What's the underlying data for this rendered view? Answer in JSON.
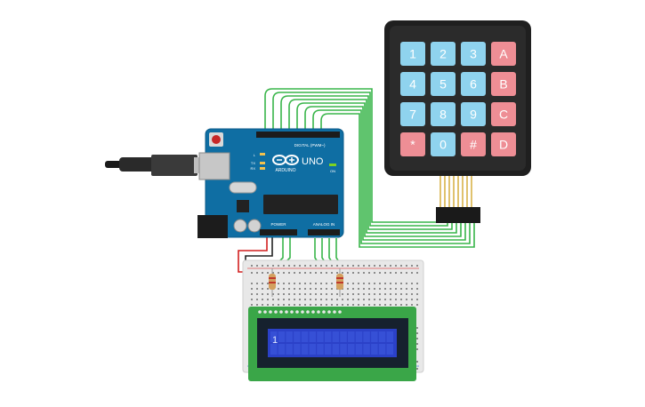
{
  "arduino": {
    "logo": "ARDUINO",
    "model": "UNO",
    "header_digital": "DIGITAL (PWM~)",
    "header_power": "POWER",
    "header_analog": "ANALOG IN",
    "led_l": "L",
    "led_tx": "TX",
    "led_rx": "RX",
    "on_label": "ON"
  },
  "keypad": {
    "keys": [
      "1",
      "2",
      "3",
      "A",
      "4",
      "5",
      "6",
      "B",
      "7",
      "8",
      "9",
      "C",
      "*",
      "0",
      "#",
      "D"
    ],
    "colors": {
      "number": "#8fd3ee",
      "letter": "#ee8e95",
      "symbol": "#ee8e95",
      "body": "#1f1f1f"
    }
  },
  "lcd": {
    "text": "1",
    "colors": {
      "pcb": "#3aa648",
      "bezel": "#16212e",
      "screen": "#2b41c8",
      "text": "#dfe7ff"
    }
  },
  "wires": {
    "keypad_color": "#39b54a",
    "power_color": "#d21f1f",
    "ground_color": "#222222"
  }
}
